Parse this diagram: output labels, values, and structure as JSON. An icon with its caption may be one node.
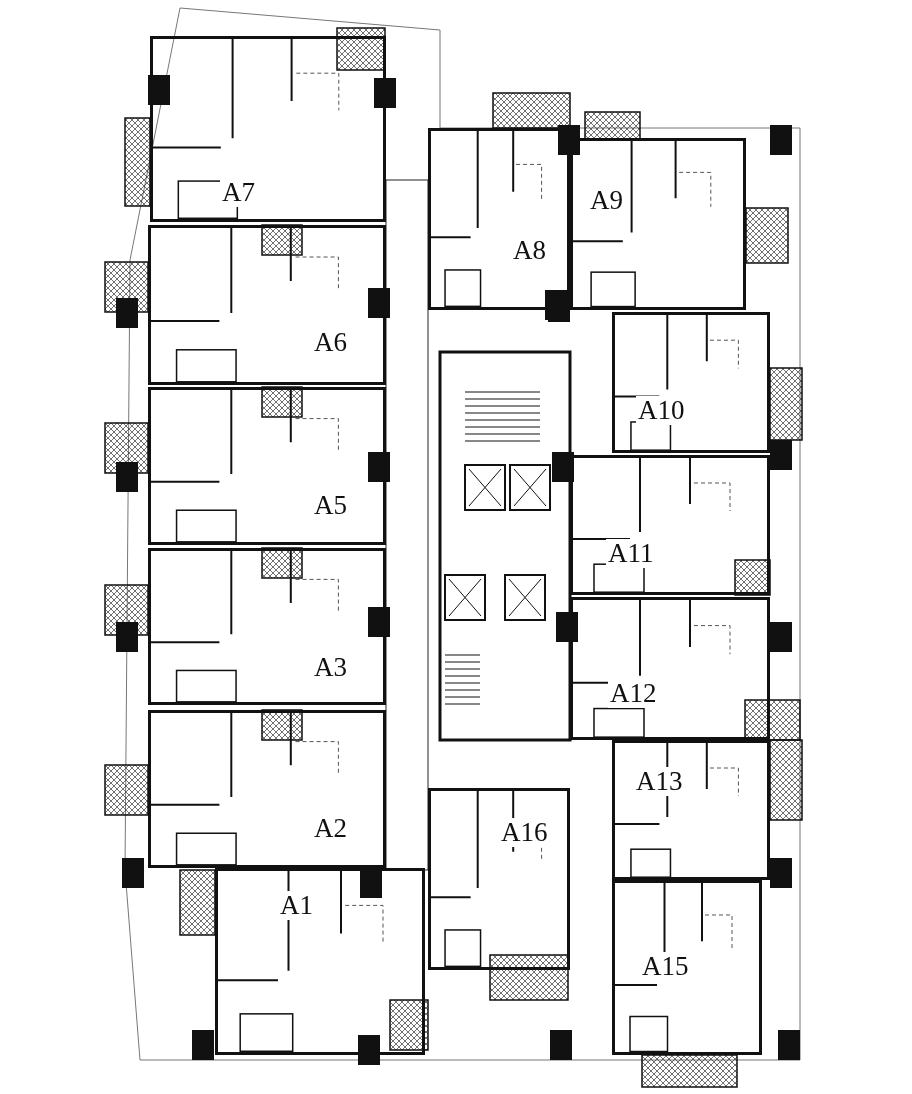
{
  "diagram": {
    "nodes": [
      {
        "text": [
          "A7"
        ]
      },
      {
        "text": [
          "A8"
        ]
      },
      {
        "text": [
          "A9"
        ]
      },
      {
        "text": [
          "A6"
        ]
      },
      {
        "text": [
          "A10"
        ]
      },
      {
        "text": [
          "A5"
        ]
      },
      {
        "text": [
          "A11"
        ]
      },
      {
        "text": [
          "A3"
        ]
      },
      {
        "text": [
          "A12"
        ]
      },
      {
        "text": [
          "A13"
        ]
      },
      {
        "text": [
          "A2"
        ]
      },
      {
        "text": [
          "A16"
        ]
      },
      {
        "text": [
          "A1"
        ]
      },
      {
        "text": [
          "A15"
        ]
      }
    ]
  }
}
